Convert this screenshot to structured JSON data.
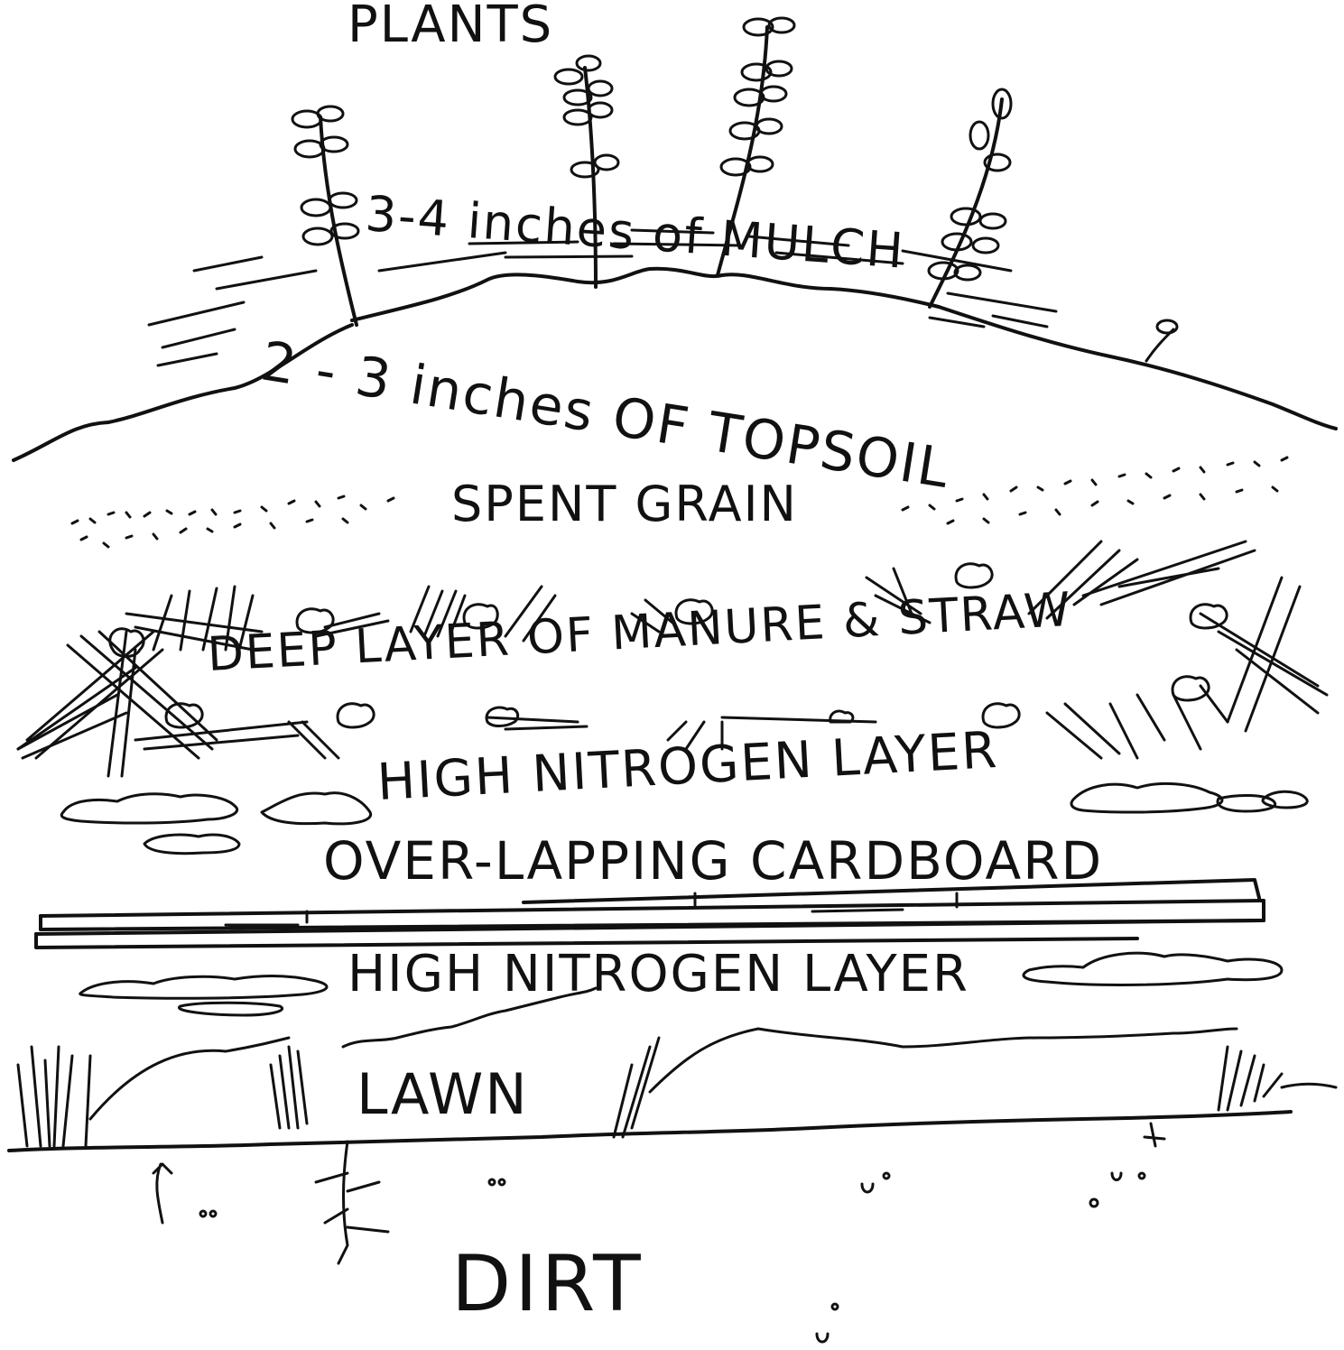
{
  "diagram": {
    "layers": [
      {
        "id": "plants",
        "label": "PLANTS"
      },
      {
        "id": "mulch",
        "label": "3-4 inches of MULCH"
      },
      {
        "id": "topsoil",
        "label": "2 - 3 inches OF TOPSOIL"
      },
      {
        "id": "spent-grain",
        "label": "SPENT GRAIN"
      },
      {
        "id": "manure-straw",
        "label": "DEEP LAYER OF MANURE & STRAW"
      },
      {
        "id": "high-nitrogen-upper",
        "label": "HIGH NITROGEN LAYER"
      },
      {
        "id": "cardboard",
        "label": "OVER-LAPPING CARDBOARD"
      },
      {
        "id": "high-nitrogen-lower",
        "label": "HIGH NITROGEN LAYER"
      },
      {
        "id": "lawn",
        "label": "LAWN"
      },
      {
        "id": "dirt",
        "label": "DIRT"
      }
    ]
  },
  "style": {
    "ink_color": "#111111",
    "paper_color": "#ffffff"
  }
}
